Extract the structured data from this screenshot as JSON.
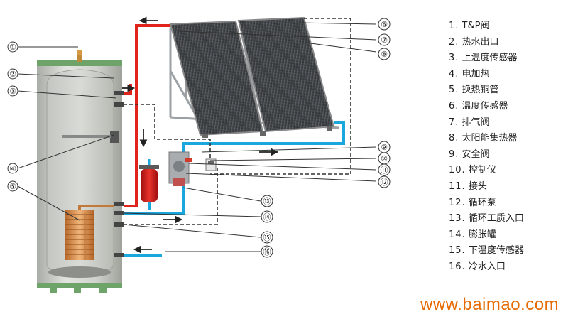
{
  "legend": [
    {
      "num": "1.",
      "label": "T&P阀"
    },
    {
      "num": "2.",
      "label": "热水出口"
    },
    {
      "num": "3.",
      "label": "上温度传感器"
    },
    {
      "num": "4.",
      "label": "电加热"
    },
    {
      "num": "5.",
      "label": "换热铜管"
    },
    {
      "num": "6.",
      "label": "温度传感器"
    },
    {
      "num": "7.",
      "label": "排气阀"
    },
    {
      "num": "8.",
      "label": "太阳能集热器"
    },
    {
      "num": "9.",
      "label": "安全阀"
    },
    {
      "num": "10.",
      "label": "控制仪"
    },
    {
      "num": "11.",
      "label": "接头"
    },
    {
      "num": "12.",
      "label": "循环泵"
    },
    {
      "num": "13.",
      "label": "循环工质入口"
    },
    {
      "num": "14.",
      "label": "膨胀罐"
    },
    {
      "num": "15.",
      "label": "下温度传感器"
    },
    {
      "num": "16.",
      "label": "冷水入口"
    }
  ],
  "callouts": [
    "①",
    "②",
    "③",
    "④",
    "⑤",
    "⑥",
    "⑦",
    "⑧",
    "⑨",
    "⑩",
    "⑪",
    "⑫",
    "⑬",
    "⑭",
    "⑮",
    "⑯"
  ],
  "watermark": "www.baimao.com",
  "colors": {
    "hot_pipe": "#e0231b",
    "cold_pipe": "#1aa7dd",
    "signal_line": "#333333",
    "tank_body": "#c9ccc6",
    "tank_cap": "#6ea36a",
    "collector": "#3a3f44",
    "watermark": "#e66a00"
  }
}
